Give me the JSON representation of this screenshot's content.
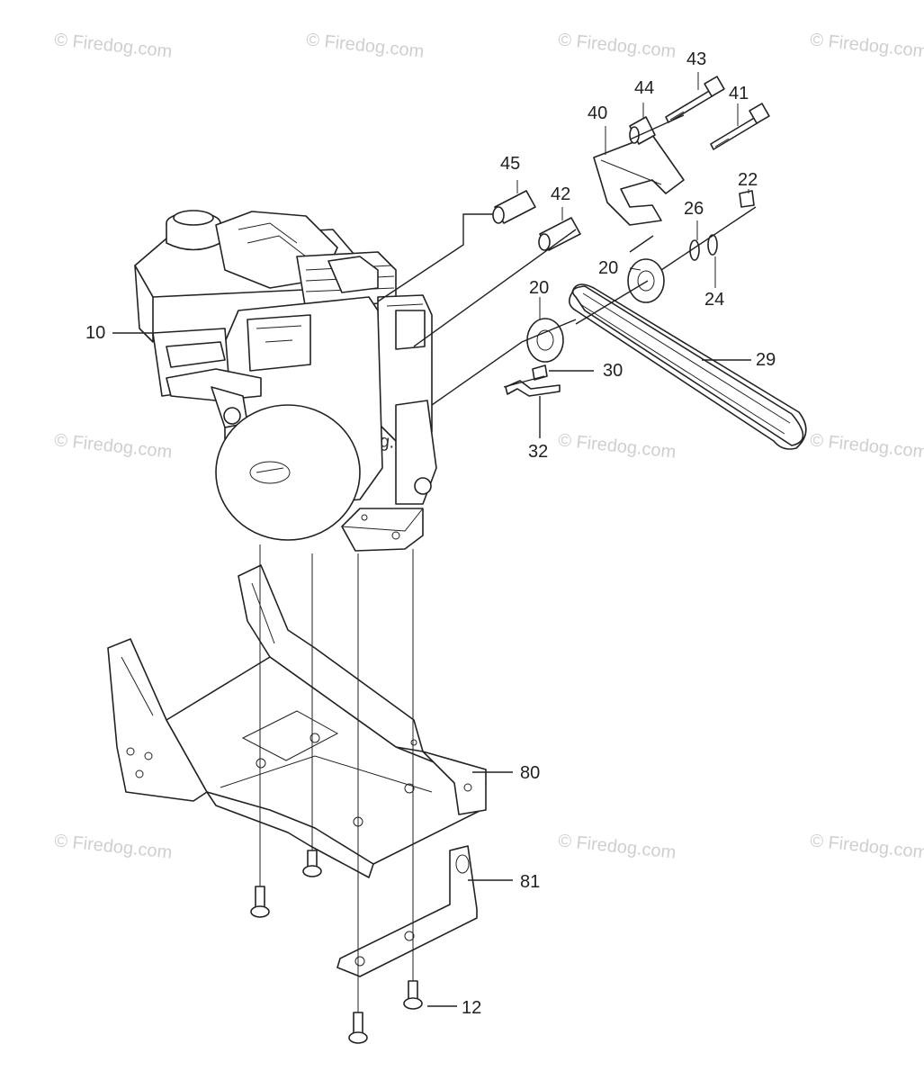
{
  "watermark": {
    "text": "© Firedog.com"
  },
  "callouts": [
    {
      "id": "c10",
      "label": "10"
    },
    {
      "id": "c43",
      "label": "43"
    },
    {
      "id": "c44",
      "label": "44"
    },
    {
      "id": "c41",
      "label": "41"
    },
    {
      "id": "c40",
      "label": "40"
    },
    {
      "id": "c45",
      "label": "45"
    },
    {
      "id": "c42",
      "label": "42"
    },
    {
      "id": "c22",
      "label": "22"
    },
    {
      "id": "c26",
      "label": "26"
    },
    {
      "id": "c20a",
      "label": "20"
    },
    {
      "id": "c24",
      "label": "24"
    },
    {
      "id": "c20b",
      "label": "20"
    },
    {
      "id": "c29",
      "label": "29"
    },
    {
      "id": "c30",
      "label": "30"
    },
    {
      "id": "c32",
      "label": "32"
    },
    {
      "id": "c80",
      "label": "80"
    },
    {
      "id": "c81",
      "label": "81"
    },
    {
      "id": "c12",
      "label": "12"
    }
  ],
  "colors": {
    "line": "#222222",
    "watermark": "#cfcfcf",
    "background": "#ffffff"
  }
}
